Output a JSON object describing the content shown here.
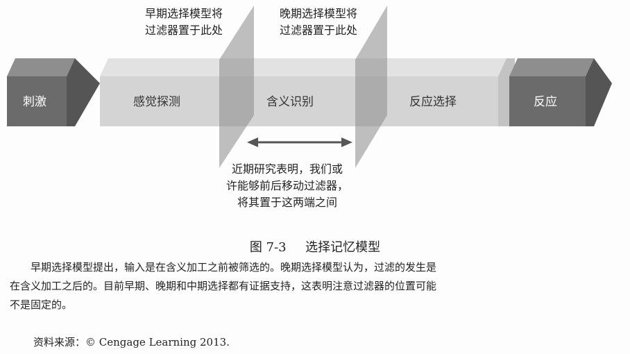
{
  "stages": {
    "stimulus": "刺激",
    "sensory": "感觉探测",
    "meaning": "含义识别",
    "response_select": "反应选择",
    "response": "反应"
  },
  "annotations": {
    "early_line1": "早期选择模型将",
    "early_line2": "过滤器置于此处",
    "late_line1": "晚期选择模型将",
    "late_line2": "过滤器置于此处",
    "recent_line1": "近期研究表明，我们或",
    "recent_line2": "许能够前后移动过滤器，",
    "recent_line3": "将其置于这两端之间"
  },
  "caption": {
    "figure_no": "图 7-3",
    "title": "选择记忆模型"
  },
  "body_text": {
    "line1": "早期选择模型提出，输入是在含义加工之前被筛选的。晚期选择模型认为，过滤的发生是",
    "line2": "在含义加工之后的。目前早期、晚期和中期选择都有证据支持，这表明注意过滤器的位置可能",
    "line3": "不是固定的。",
    "source": "资料来源：© Cengage Learning 2013."
  }
}
